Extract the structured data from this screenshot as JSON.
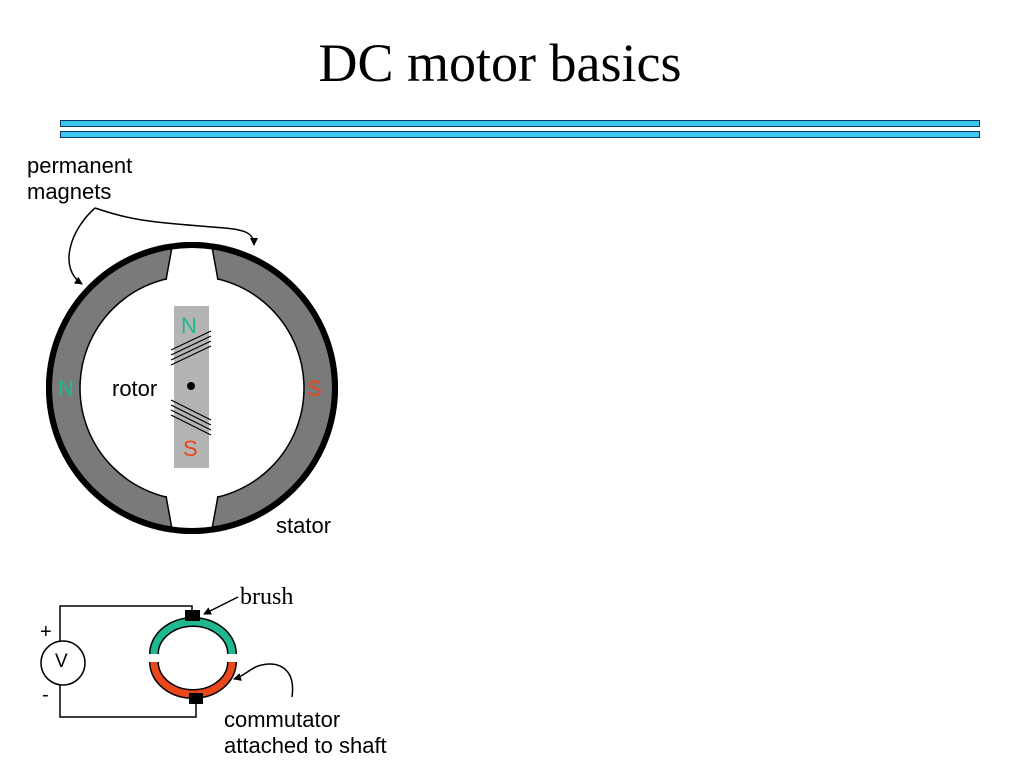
{
  "title": "DC motor basics",
  "colors": {
    "rule_fill": "#3ec8f0",
    "magnet_gray": "#7a7a7a",
    "rotor_gray": "#b4b4b4",
    "north_color": "#1fb890",
    "south_color": "#e8481c"
  },
  "motor": {
    "magnets_label_line1": "permanent",
    "magnets_label_line2": "magnets",
    "rotor_label": "rotor",
    "stator_label": "stator",
    "stator_north": "N",
    "stator_south": "S",
    "rotor_north": "N",
    "rotor_south": "S"
  },
  "circuit": {
    "brush_label": "brush",
    "voltage_symbol": "V",
    "plus_sign": "+",
    "minus_sign": "-",
    "commutator_label_line1": "commutator",
    "commutator_label_line2": "attached to shaft"
  }
}
